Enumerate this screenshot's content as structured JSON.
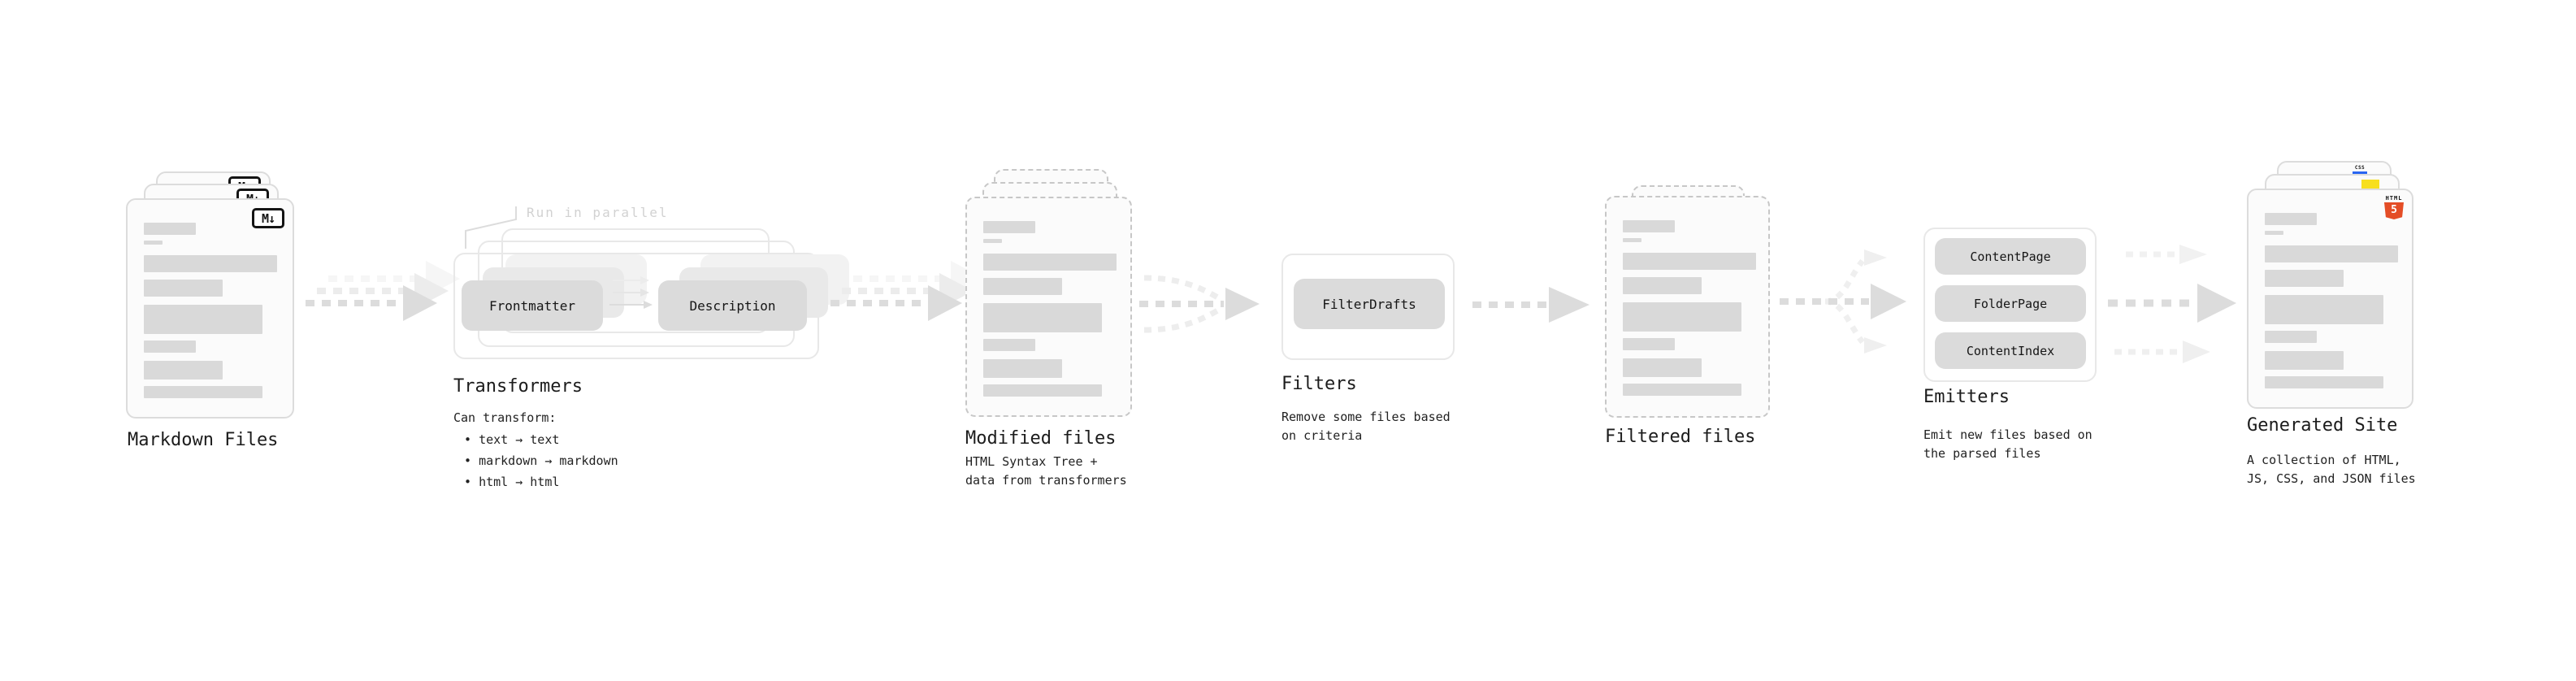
{
  "stages": {
    "markdown_files": {
      "label": "Markdown Files",
      "badge": "M↓"
    },
    "transformers": {
      "heading": "Transformers",
      "note": "Run in parallel",
      "node_a": "Frontmatter",
      "node_b": "Description",
      "desc_title": "Can transform:",
      "bullets": [
        "text → text",
        "markdown → markdown",
        "html → html"
      ]
    },
    "modified_files": {
      "heading": "Modified files",
      "desc": "HTML Syntax Tree +\ndata from transformers"
    },
    "filters": {
      "heading": "Filters",
      "node": "FilterDrafts",
      "desc": "Remove some files based\non criteria"
    },
    "filtered_files": {
      "heading": "Filtered files"
    },
    "emitters": {
      "heading": "Emitters",
      "nodes": [
        "ContentPage",
        "FolderPage",
        "ContentIndex"
      ],
      "desc": "Emit new files based on\nthe parsed files"
    },
    "generated_site": {
      "heading": "Generated Site",
      "desc": "A collection of HTML,\nJS, CSS, and JSON files",
      "badge_html_word": "HTML",
      "badge_html_num": "5",
      "badge_css": "CSS"
    }
  },
  "colors": {
    "card_background": "#fbfbfb",
    "card_border": "#dcdcdc",
    "dashed_border": "#c7c7c7",
    "placeholder_bar": "#d9d9d9",
    "node_chip": "#dbdbdb",
    "arrow_main": "#dcdcdc",
    "arrow_light": "#ededed",
    "arrow_lighter": "#f6f6f6",
    "html5_orange": "#e44d26",
    "js_yellow": "#f7df1e",
    "css_blue": "#2965f1"
  }
}
